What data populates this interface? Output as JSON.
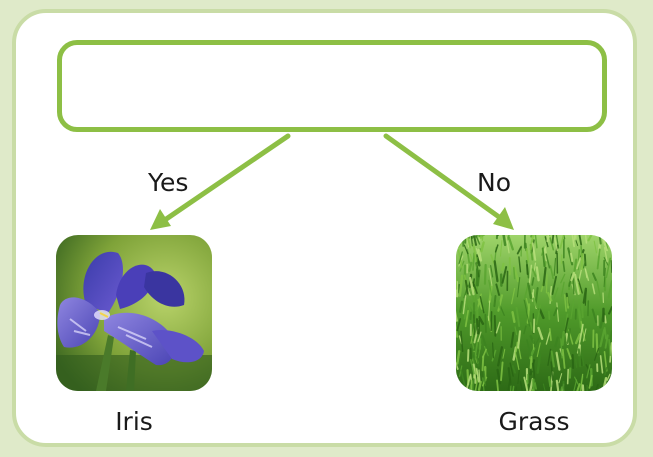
{
  "diagram": {
    "question": "",
    "branches": [
      {
        "label": "Yes",
        "result": "Iris",
        "image": "iris-flower-photo"
      },
      {
        "label": "No",
        "result": "Grass",
        "image": "grass-photo"
      }
    ]
  },
  "colors": {
    "accent": "#8dbf45",
    "frame": "#c9dca6",
    "background": "#dfeac9"
  }
}
